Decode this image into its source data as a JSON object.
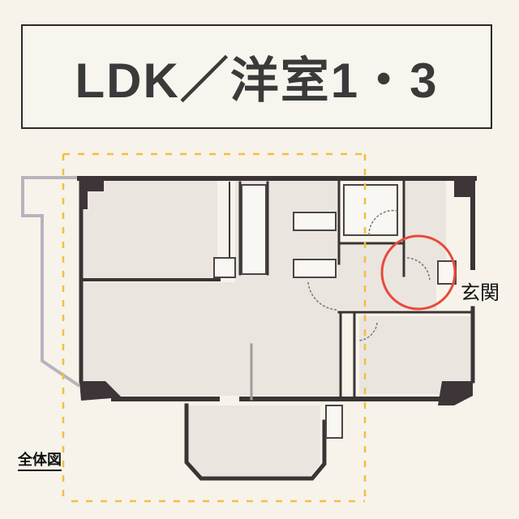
{
  "title": "LDK／洋室1・3",
  "labels": {
    "entrance": "玄関",
    "overall_plan": "全体図"
  },
  "colors": {
    "background": "#f7f3ea",
    "room_fill": "#ebe5df",
    "wall": "#3a3434",
    "dashed_outline": "#f0c040",
    "highlight_circle": "#e84a3a",
    "title_text": "#3a3a3a"
  },
  "annotations": {
    "highlight": "red circle marking entrance area door"
  }
}
